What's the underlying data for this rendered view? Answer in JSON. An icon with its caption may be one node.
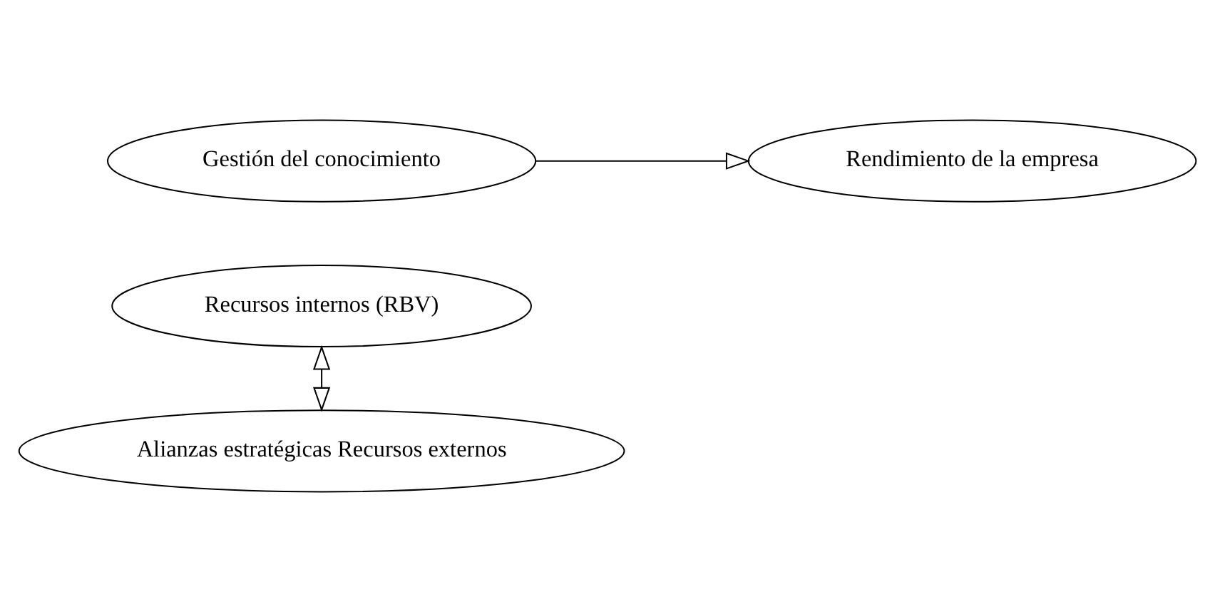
{
  "diagram": {
    "nodes": [
      {
        "text": [
          "Recursos internos (RBV)"
        ]
      },
      {
        "text": [
          "Gestión del conocimiento"
        ]
      },
      {
        "text": [
          "Alianzas estratégicas Recursos externos"
        ]
      },
      {
        "text": [
          "Rendimiento de la empresa"
        ]
      }
    ],
    "edges": [
      {
        "from": 0,
        "to": 2,
        "arrow": "both"
      },
      {
        "from": 1,
        "to": 3,
        "arrow": "to"
      }
    ]
  }
}
